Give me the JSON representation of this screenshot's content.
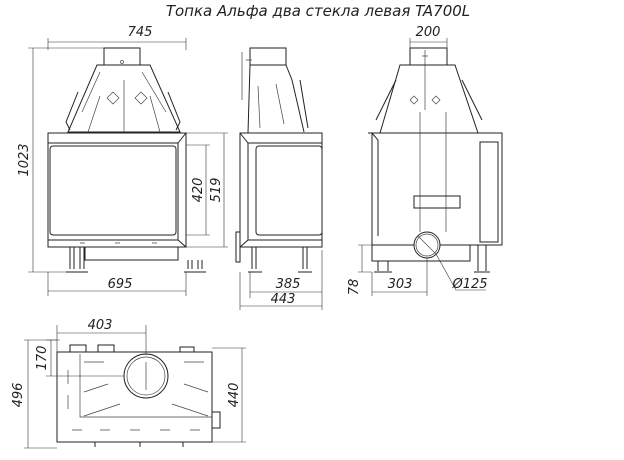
{
  "title": "Топка Альфа два стекла левая TA700L",
  "front_view": {
    "width_total": "745",
    "width_base": "695",
    "height_total": "1023",
    "glass_height": "420",
    "door_height": "519"
  },
  "side_view": {
    "depth_inner": "385",
    "depth_total": "443"
  },
  "back_view": {
    "flue_width": "200",
    "inlet_height": "78",
    "inlet_offset": "303",
    "inlet_diameter": "Ø125"
  },
  "top_view": {
    "flue_offset_x": "403",
    "flue_offset_y": "170",
    "depth_total": "496",
    "depth_body": "440"
  }
}
